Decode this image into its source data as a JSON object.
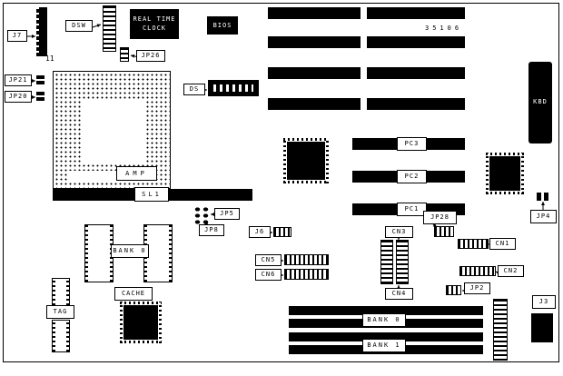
{
  "labels": {
    "j7": "J7",
    "dsw": "DSW",
    "rtc": "REAL TIME CLOCK",
    "bios": "BIOS",
    "jp26": "JP26",
    "pin11": "11",
    "jp21": "JP21",
    "jp20": "JP20",
    "amp": "AMP",
    "ds": "DS",
    "board_code": "35106",
    "kbd": "KBD",
    "pc3": "PC3",
    "pc2": "PC2",
    "pc1": "PC1",
    "jp28": "JP28",
    "jp4": "JP4",
    "sl1": "SL1",
    "jp5": "JP5",
    "jp8": "JP8",
    "j6": "J6",
    "bank0_mem": "BANK 0",
    "cache": "CACHE",
    "tag": "TAG",
    "cn3": "CN3",
    "cn1": "CN1",
    "cn5": "CN5",
    "cn6": "CN6",
    "cn2": "CN2",
    "cn4": "CN4",
    "jp2": "JP2",
    "j3": "J3",
    "bank0_simm": "BANK 0",
    "bank1_simm": "BANK 1"
  }
}
